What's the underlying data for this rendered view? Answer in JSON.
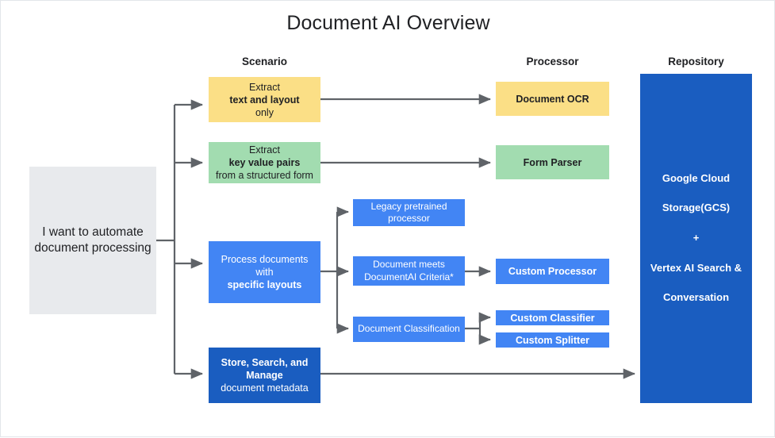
{
  "title": "Document AI Overview",
  "colors": {
    "background": "#ffffff",
    "border": "#e3e6ea",
    "gray_box": "#e8eaed",
    "yellow": "#fbdf86",
    "green": "#a2dcb0",
    "blue": "#4285f4",
    "dark_blue": "#1a5dc0",
    "arrow": "#5f6368",
    "text_dark": "#202124",
    "text_light": "#ffffff"
  },
  "column_headers": [
    {
      "label": "Scenario"
    },
    {
      "label": "Processor"
    },
    {
      "label": "Repository"
    }
  ],
  "start": {
    "label": "I want to automate document processing"
  },
  "scenarios": [
    {
      "id": "extract-text-layout",
      "text_parts": [
        "Extract ",
        "text and layout",
        " only"
      ],
      "color": "yellow"
    },
    {
      "id": "extract-key-value",
      "text_parts": [
        "Extract ",
        "key value pairs",
        " from a structured form"
      ],
      "color": "green"
    },
    {
      "id": "process-specific-layouts",
      "text_parts": [
        "Process documents with ",
        "specific layouts",
        ""
      ],
      "color": "blue"
    },
    {
      "id": "store-search-manage",
      "text_parts": [
        "",
        "Store, Search, and Manage",
        " document metadata"
      ],
      "color": "dark_blue"
    }
  ],
  "middle_nodes": [
    {
      "id": "legacy-pretrained-processor",
      "label": "Legacy pretrained processor"
    },
    {
      "id": "document-meets-criteria",
      "label": "Document meets DocumentAI Criteria*"
    },
    {
      "id": "document-classification",
      "label": "Document Classification"
    }
  ],
  "processors": [
    {
      "id": "document-ocr",
      "label": "Document OCR",
      "color": "yellow"
    },
    {
      "id": "form-parser",
      "label": "Form Parser",
      "color": "green"
    },
    {
      "id": "custom-processor",
      "label": "Custom Processor",
      "color": "blue"
    },
    {
      "id": "custom-classifier",
      "label": "Custom Classifier",
      "color": "blue"
    },
    {
      "id": "custom-splitter",
      "label": "Custom Splitter",
      "color": "blue"
    }
  ],
  "repository": {
    "line1": "Google Cloud",
    "line2": "Storage(GCS)",
    "line3": "+",
    "line4": "Vertex AI Search &",
    "line5": "Conversation"
  }
}
